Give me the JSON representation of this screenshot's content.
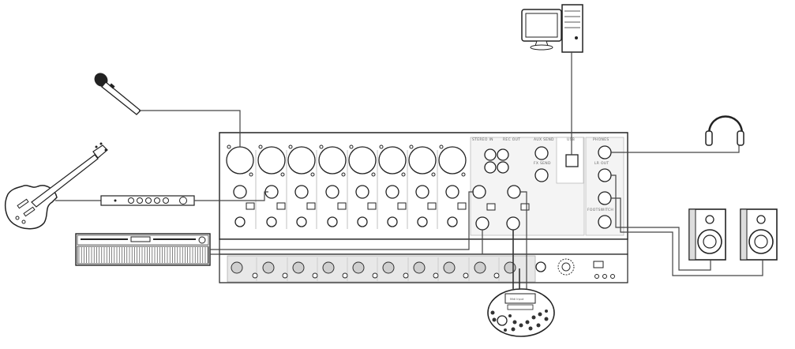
{
  "mixer": {
    "labels": {
      "stereo_in": "STEREO IN",
      "rec_out": "REC OUT",
      "aux_send": "AUX SEND",
      "fx_send": "FX SEND",
      "usb": "USB",
      "phones": "PHONES",
      "lr_out": "LR OUT",
      "footswitch": "FOOTSWITCH"
    }
  },
  "drum_module": {
    "label": "Midi Input"
  },
  "icons": [
    "microphone-icon",
    "guitar-icon",
    "keyboard-icon",
    "computer-icon",
    "headphones-icon",
    "speaker-icon",
    "drum-module-icon",
    "di-box-icon"
  ]
}
